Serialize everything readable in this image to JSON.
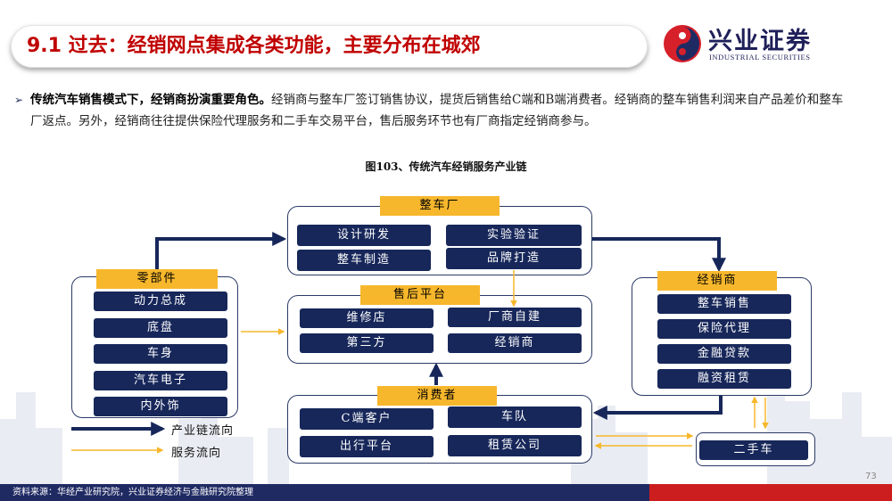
{
  "slide": {
    "title": "9.1 过去：经销网点集成各类功能，主要分布在城郊",
    "logo_cn": "兴业证券",
    "logo_en": "INDUSTRIAL SECURITIES",
    "page_number": "73",
    "source": "资料来源：华经产业研究院，兴业证券经济与金融研究院整理"
  },
  "intro": {
    "lead": "传统汽车销售模式下，经销商扮演重要角色。",
    "body": "经销商与整车厂签订销售协议，提货后销售给C端和B端消费者。经销商的整车销售利润来自产品差价和整车厂返点。另外，经销商往往提供保险代理服务和二手车交易平台，售后服务环节也有厂商指定经销商参与。"
  },
  "figure": {
    "title": "图103、传统汽车经销服务产业链"
  },
  "diagram": {
    "oem": {
      "header": "整车厂",
      "items": [
        "设计研发",
        "实验验证",
        "整车制造",
        "品牌打造"
      ]
    },
    "parts": {
      "header": "零部件",
      "items": [
        "动力总成",
        "底盘",
        "车身",
        "汽车电子",
        "内外饰"
      ]
    },
    "aftersales": {
      "header": "售后平台",
      "items": [
        "维修店",
        "厂商自建",
        "第三方",
        "经销商"
      ]
    },
    "dealer": {
      "header": "经销商",
      "items": [
        "整车销售",
        "保险代理",
        "金融贷款",
        "融资租赁"
      ]
    },
    "consumer": {
      "header": "消费者",
      "items": [
        "C端客户",
        "车队",
        "出行平台",
        "租赁公司"
      ]
    },
    "used_car": {
      "label": "二手车"
    },
    "legend": {
      "chain_flow": "产业链流向",
      "service_flow": "服务流向"
    },
    "colors": {
      "box": "#17275a",
      "header": "#f7b72c",
      "chain_arrow": "#17275a",
      "service_arrow": "#f7b72c"
    }
  }
}
